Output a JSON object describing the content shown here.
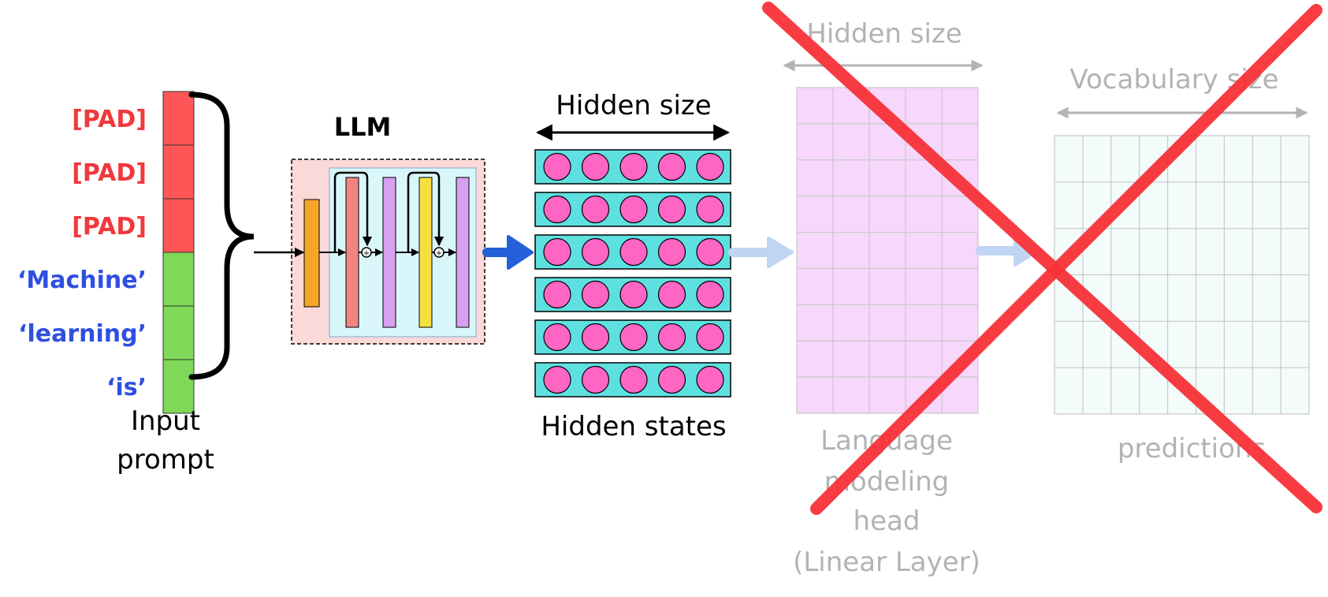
{
  "tokens": [
    {
      "label": "[PAD]",
      "kind": "pad"
    },
    {
      "label": "[PAD]",
      "kind": "pad"
    },
    {
      "label": "[PAD]",
      "kind": "pad"
    },
    {
      "label": "‘Machine’",
      "kind": "word"
    },
    {
      "label": "‘learning’",
      "kind": "word"
    },
    {
      "label": "‘is’",
      "kind": "word"
    }
  ],
  "input_caption": [
    "Input",
    "prompt"
  ],
  "llm_label": "LLM",
  "hidden_size_label": "Hidden size",
  "hidden_states_label": "Hidden states",
  "faded_hidden_size_label": "Hidden size",
  "vocab_size_label": "Vocabulary size",
  "lm_head_caption": [
    "Language",
    "modeling",
    "head",
    "(Linear Layer)"
  ],
  "predictions_label": "predictions",
  "hidden_states_grid": {
    "rows": 6,
    "units_per_row": 5
  },
  "lm_head_grid": {
    "rows": 9,
    "cols": 5
  },
  "predictions_grid": {
    "rows": 6,
    "cols": 9
  },
  "colors": {
    "pad_text": "#f0393c",
    "pad_cell": "#fe5656",
    "word_text": "#2f4fe0",
    "word_cell": "#7fd857",
    "hidden_row": "#5ee0e0",
    "hidden_unit": "#ff66c4",
    "arrow_blue": "#2460d8",
    "arrow_faded": "#c0d4f4",
    "lm_head_cell": "#f7d7fb",
    "pred_cell": "#f3fbfb",
    "faded_text": "#b3b3b3",
    "cross": "#f83238",
    "llm_outer": "#fcd9d9",
    "llm_inner": "#d9f7fb",
    "layer_orange": "#f7a529",
    "layer_salmon": "#f08580",
    "layer_lavender": "#d7a0f0",
    "layer_yellow": "#f6e041"
  }
}
